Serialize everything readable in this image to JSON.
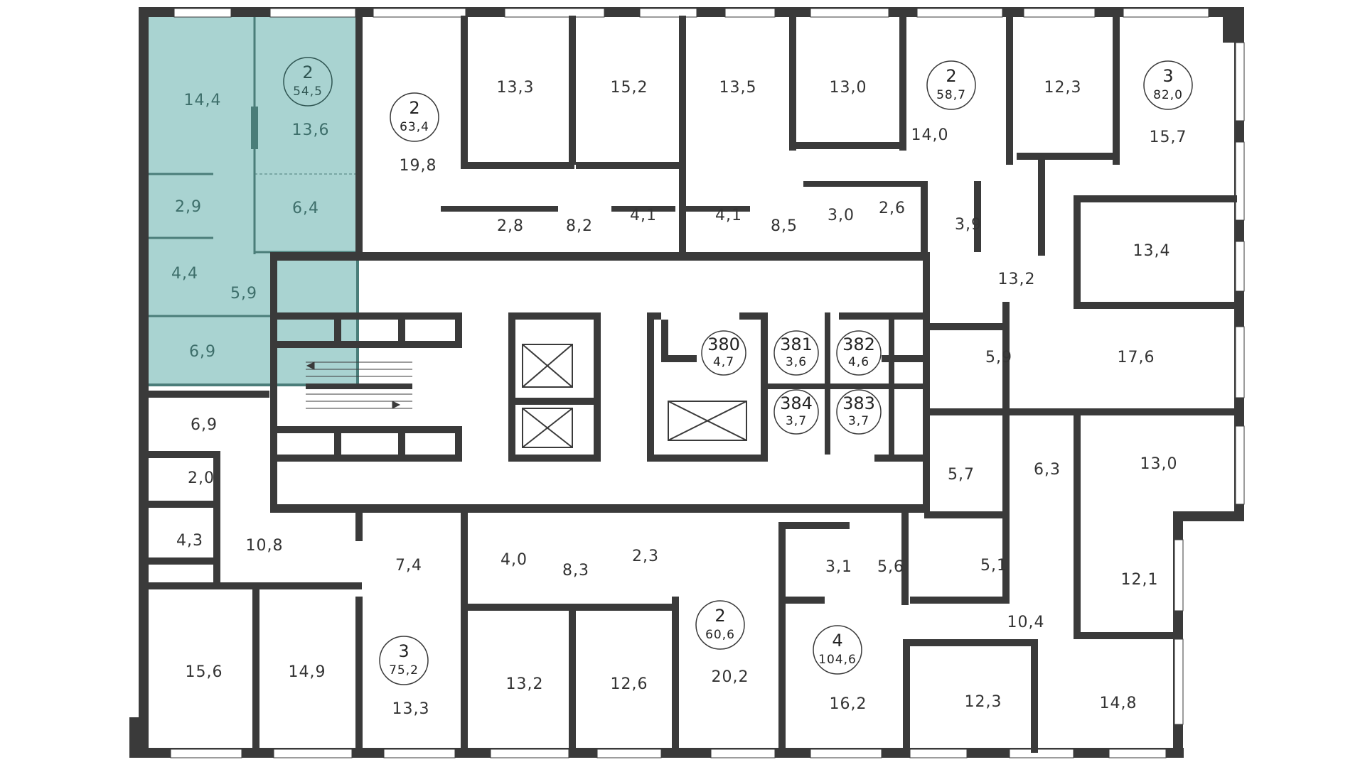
{
  "colors": {
    "wall": "#3a3a3a",
    "highlight": "#a9d3d1",
    "highlight_stroke": "#4a7d79",
    "window": "#ffffff"
  },
  "apartments": [
    {
      "rooms": "2",
      "area": "54,5",
      "highlighted": true
    },
    {
      "rooms": "2",
      "area": "63,4"
    },
    {
      "rooms": "2",
      "area": "58,7"
    },
    {
      "rooms": "3",
      "area": "82,0"
    },
    {
      "rooms": "3",
      "area": "75,2"
    },
    {
      "rooms": "2",
      "area": "60,6"
    },
    {
      "rooms": "4",
      "area": "104,6"
    }
  ],
  "storage": [
    {
      "number": "380",
      "area": "4,7"
    },
    {
      "number": "381",
      "area": "3,6"
    },
    {
      "number": "382",
      "area": "4,6"
    },
    {
      "number": "384",
      "area": "3,7"
    },
    {
      "number": "383",
      "area": "3,7"
    }
  ],
  "rooms": [
    "14,4",
    "13,6",
    "2,9",
    "6,4",
    "4,4",
    "5,9",
    "6,9",
    "19,8",
    "13,3",
    "15,2",
    "13,5",
    "13,0",
    "14,0",
    "12,3",
    "15,7",
    "2,8",
    "8,2",
    "4,1",
    "4,1",
    "8,5",
    "3,0",
    "2,6",
    "3,9",
    "13,2",
    "13,4",
    "5,9",
    "17,6",
    "6,9",
    "2,0",
    "4,3",
    "10,8",
    "5,7",
    "6,3",
    "13,0",
    "7,4",
    "4,0",
    "8,3",
    "2,3",
    "3,1",
    "5,6",
    "5,1",
    "12,1",
    "10,4",
    "15,6",
    "14,9",
    "13,3",
    "13,2",
    "12,6",
    "20,2",
    "16,2",
    "12,3",
    "14,8"
  ]
}
